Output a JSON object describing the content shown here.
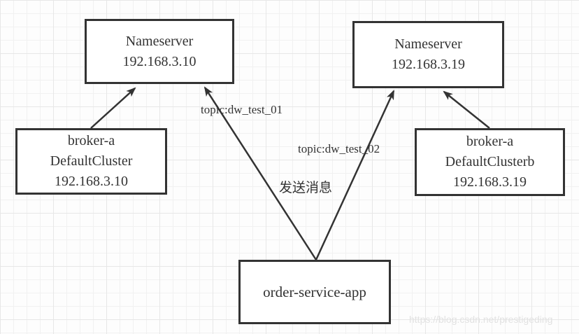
{
  "diagram": {
    "nodes": [
      {
        "id": "nameserver-1",
        "lines": [
          "Nameserver",
          "192.168.3.10"
        ]
      },
      {
        "id": "nameserver-2",
        "lines": [
          "Nameserver",
          "192.168.3.19"
        ]
      },
      {
        "id": "broker-a-defaultcluster",
        "lines": [
          "broker-a",
          "DefaultCluster",
          "192.168.3.10"
        ]
      },
      {
        "id": "broker-a-defaultclusterb",
        "lines": [
          "broker-a",
          "DefaultClusterb",
          "192.168.3.19"
        ]
      },
      {
        "id": "order-service-app",
        "lines": [
          "order-service-app"
        ]
      }
    ],
    "edges": [
      {
        "from": "broker-a-defaultcluster",
        "to": "nameserver-1",
        "label": ""
      },
      {
        "from": "order-service-app",
        "to": "nameserver-1",
        "label": "topic:dw_test_01"
      },
      {
        "from": "order-service-app",
        "to": "nameserver-2",
        "label": "topic:dw_test_02"
      },
      {
        "from": "broker-a-defaultclusterb",
        "to": "nameserver-2",
        "label": ""
      }
    ],
    "annotations": {
      "send_message": "发送消息"
    },
    "watermark": "https://blog.csdn.net/prestigeding",
    "colors": {
      "stroke": "#333333",
      "box_border": "#333333",
      "box_fill": "#ffffff",
      "text": "#333333",
      "watermark": "#e2e2e2",
      "grid_minor": "#f1f1f1",
      "grid_major": "#e7e7e7",
      "background": "#fdfdfd"
    }
  }
}
